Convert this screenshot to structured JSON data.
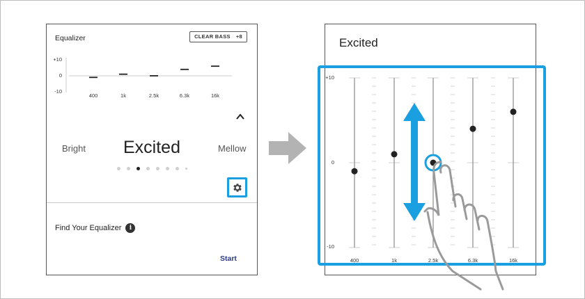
{
  "left_panel": {
    "title": "Equalizer",
    "clear_bass_label": "CLEAR BASS",
    "clear_bass_value": "+8",
    "mini_eq": {
      "y_labels": [
        "+10",
        "0",
        "-10"
      ],
      "bands": [
        "400",
        "1k",
        "2.5k",
        "6.3k",
        "16k"
      ],
      "levels": [
        -1,
        1,
        0,
        4,
        6
      ]
    },
    "preset_prev": "Bright",
    "preset_current": "Excited",
    "preset_next": "Mellow",
    "page_count": 8,
    "page_active_index": 2,
    "find_equalizer_label": "Find Your Equalizer",
    "info_icon_glyph": "i",
    "start_label": "Start",
    "icons": {
      "collapse": "chevron-up-icon",
      "settings": "gear-icon",
      "info": "info-icon"
    }
  },
  "right_panel": {
    "title": "Excited",
    "y_labels": [
      "+10",
      "0",
      "-10"
    ],
    "bands": [
      "400",
      "1k",
      "2.5k",
      "6.3k",
      "16k"
    ],
    "levels": [
      -1,
      1,
      0,
      4,
      6
    ],
    "selected_band_index": 2,
    "highlight_color": "#1aa0e0",
    "icons": {
      "drag": "vertical-double-arrow-icon",
      "gesture": "hand-pointer-icon",
      "transition": "right-arrow-icon"
    }
  }
}
